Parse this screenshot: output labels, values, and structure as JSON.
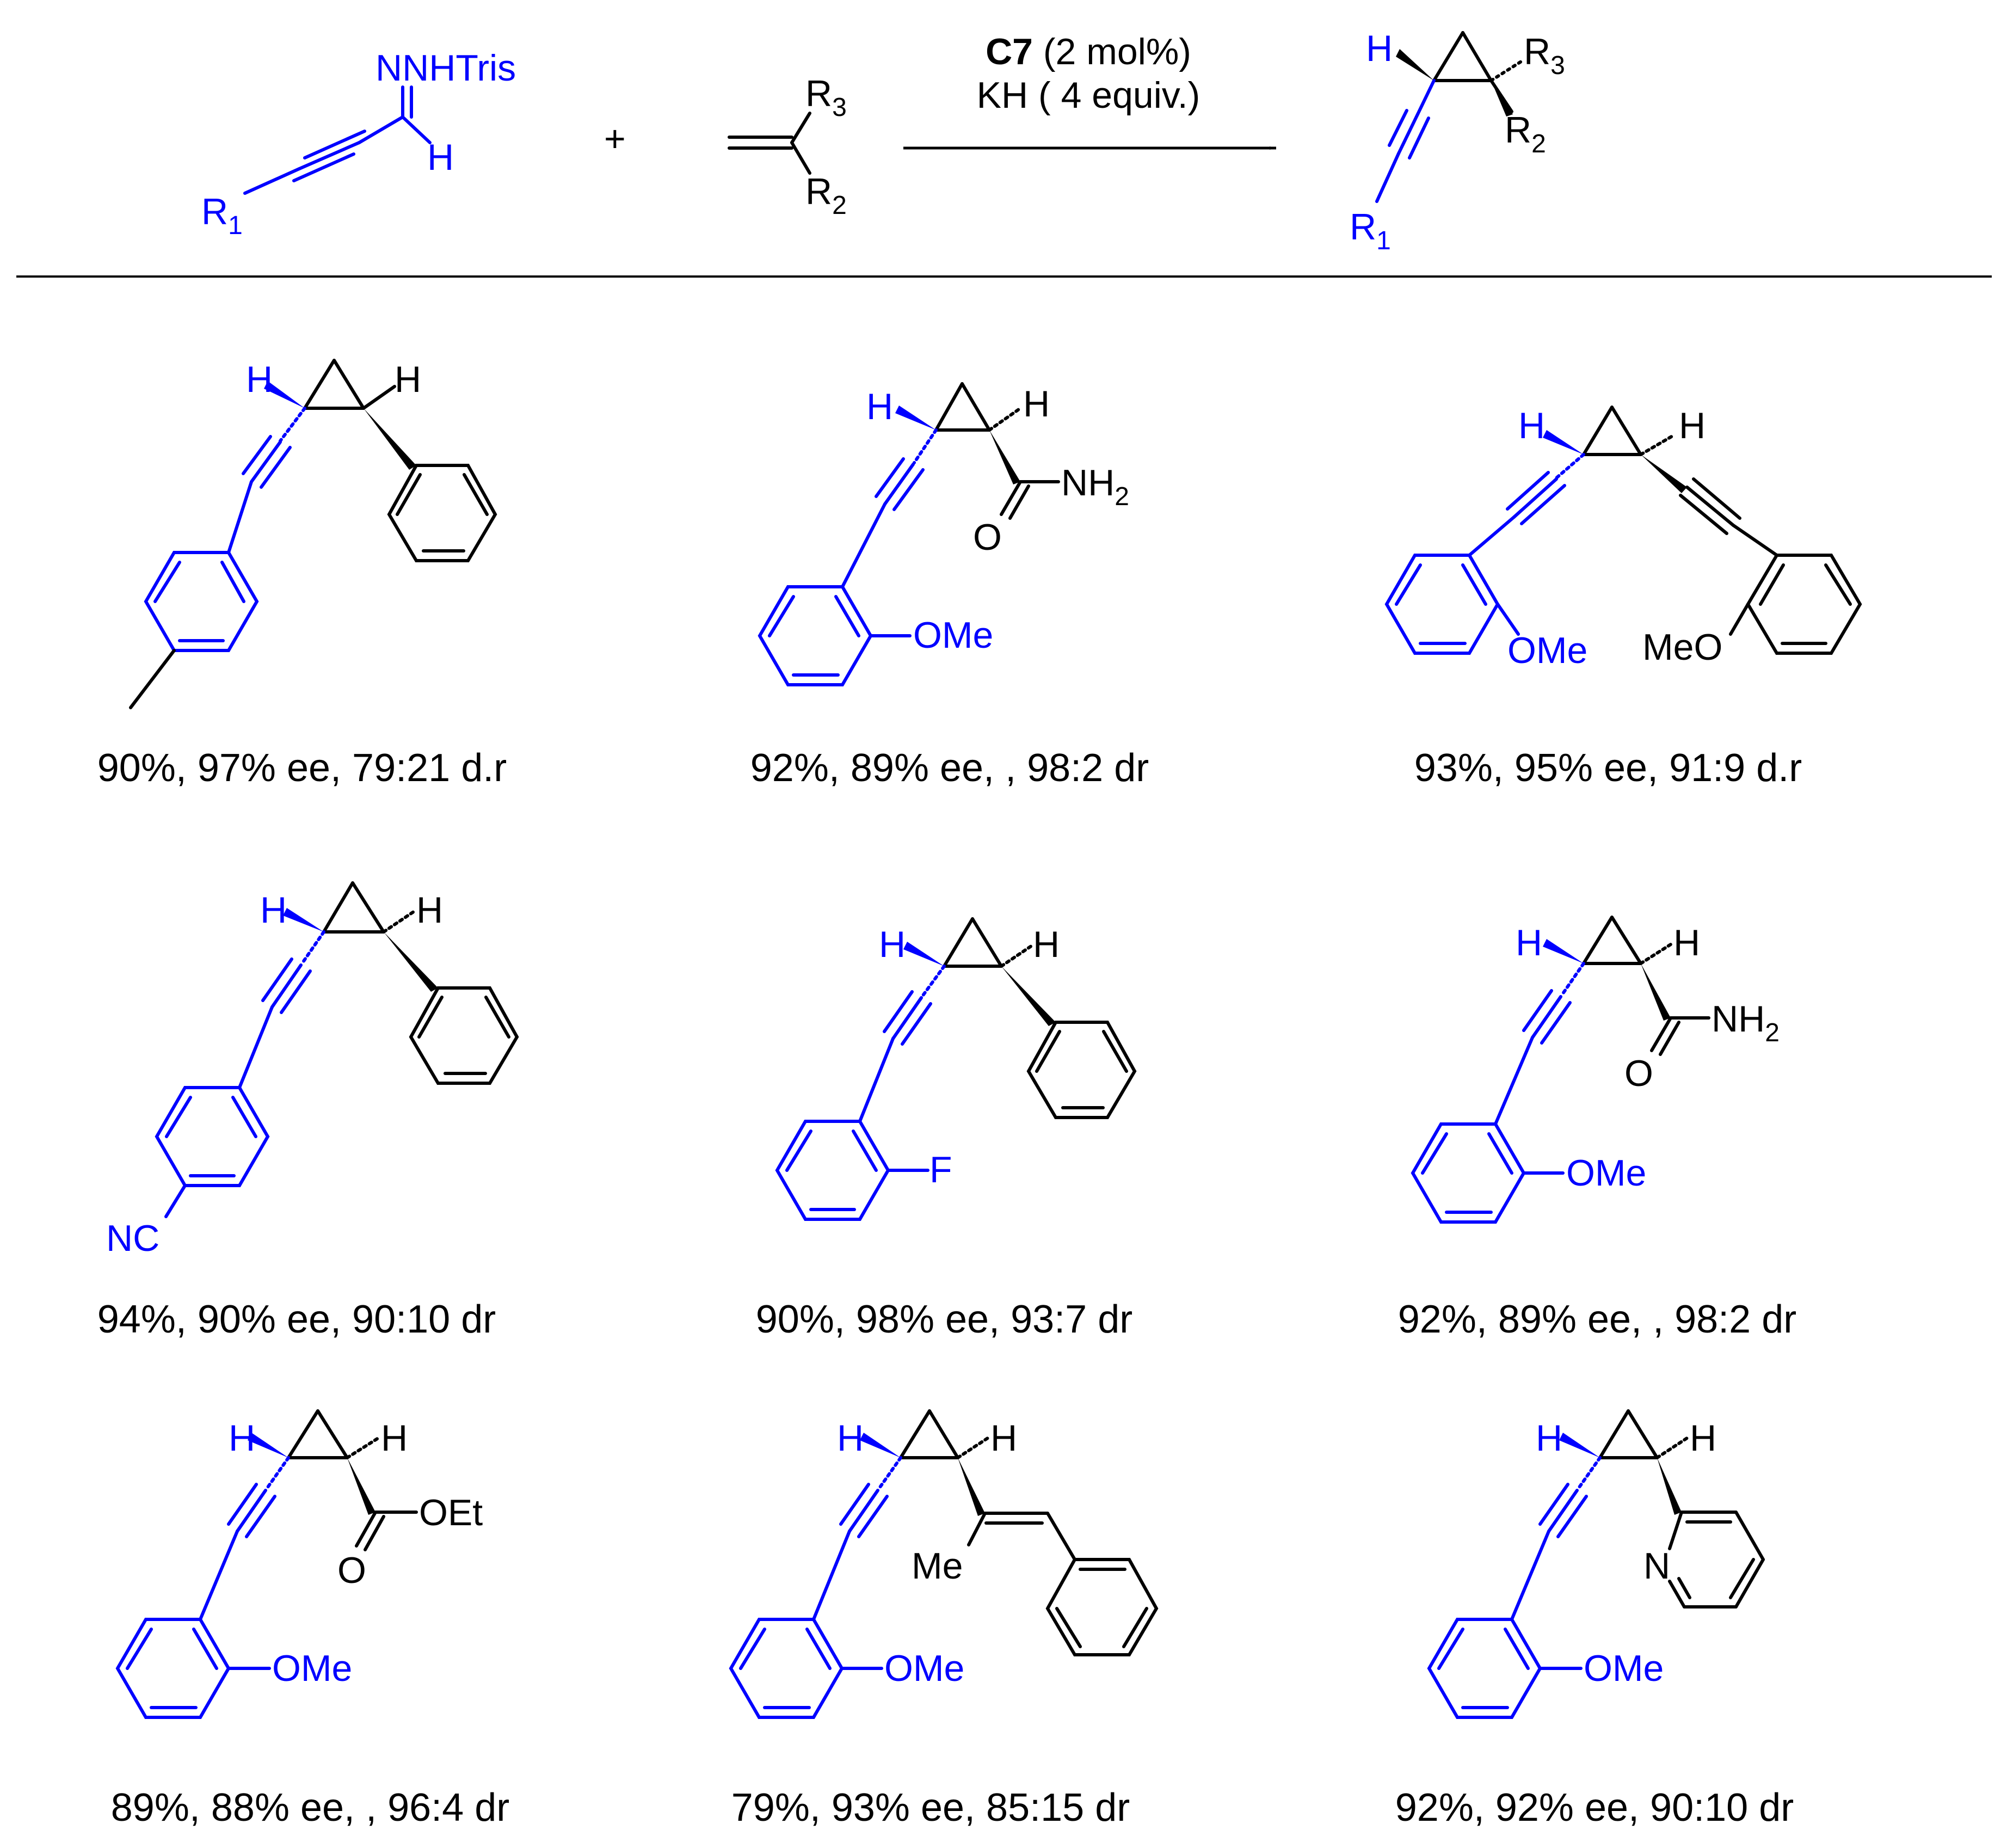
{
  "colors": {
    "substrate_fragment": "#0000ff",
    "default": "#000000"
  },
  "header": {
    "reagent1": {
      "group_top": "NNHTris",
      "h": "H",
      "r": "R",
      "r_sub": "1"
    },
    "plus": "+",
    "reagent2": {
      "r3": "R",
      "r3_sub": "3",
      "r2": "R",
      "r2_sub": "2"
    },
    "conditions": {
      "catalyst": "C7",
      "catalyst_loading": " (2 mol%)",
      "base": "KH ( 4 equiv.)"
    },
    "product": {
      "h": "H",
      "r3": "R",
      "r3_sub": "3",
      "r2": "R",
      "r2_sub": "2",
      "r1": "R",
      "r1_sub": "1"
    }
  },
  "compounds": [
    {
      "id": "p1",
      "caption": "90%, 97% ee, 79:21 d.r",
      "labels": {
        "h_left": "H",
        "h_right": "H"
      }
    },
    {
      "id": "p2",
      "caption": "92%, 89% ee, , 98:2 dr",
      "labels": {
        "h_left": "H",
        "h_right": "H",
        "amide": "NH",
        "amide_sub": "2",
        "oxygen": "O",
        "methoxy": "OMe"
      }
    },
    {
      "id": "p3",
      "caption": "93%, 95% ee, 91:9 d.r",
      "labels": {
        "h_left": "H",
        "h_right": "H",
        "methoxy_left": "OMe",
        "methoxy_right": "MeO"
      }
    },
    {
      "id": "p4",
      "caption": "94%, 90% ee, 90:10 dr",
      "labels": {
        "h_left": "H",
        "h_right": "H",
        "nitrile": "NC"
      }
    },
    {
      "id": "p5",
      "caption": "90%, 98% ee,  93:7 dr",
      "labels": {
        "h_left": "H",
        "h_right": "H",
        "fluoro": "F"
      }
    },
    {
      "id": "p6",
      "caption": "92%, 89% ee, , 98:2 dr",
      "labels": {
        "h_left": "H",
        "h_right": "H",
        "amide": "NH",
        "amide_sub": "2",
        "oxygen": "O",
        "methoxy": "OMe"
      }
    },
    {
      "id": "p7",
      "caption": "89%, 88% ee, , 96:4 dr",
      "labels": {
        "h_left": "H",
        "h_right": "H",
        "ester": "OEt",
        "oxygen": "O",
        "methoxy": "OMe"
      }
    },
    {
      "id": "p8",
      "caption": "79%, 93% ee, 85:15 dr",
      "labels": {
        "h_left": "H",
        "h_right": "H",
        "methyl": "Me",
        "methoxy": "OMe"
      }
    },
    {
      "id": "p9",
      "caption": "92%, 92% ee, 90:10 dr",
      "labels": {
        "h_left": "H",
        "h_right": "H",
        "pyridine_n": "N",
        "methoxy": "OMe"
      }
    }
  ]
}
